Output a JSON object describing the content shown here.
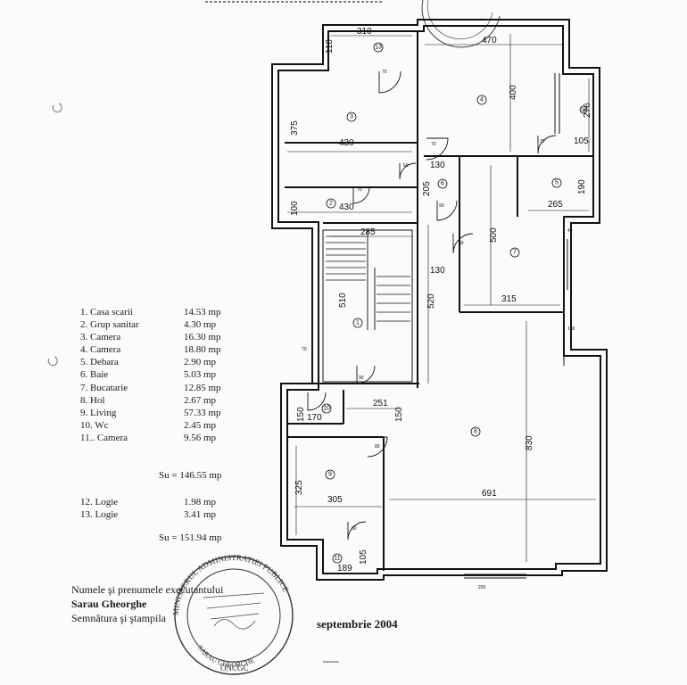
{
  "dimensions": {
    "d310": "310",
    "d110": "110",
    "d470": "470",
    "d400": "400",
    "d375": "375",
    "d430a": "430",
    "d276": "276",
    "d105a": "105",
    "d130a": "130",
    "d100": "100",
    "d430b": "430",
    "d205": "205",
    "d190": "190",
    "d265": "265",
    "d500": "500",
    "d285": "285",
    "d130b": "130",
    "d315": "315",
    "d510": "510",
    "d520": "520",
    "d150a": "150",
    "d170": "170",
    "d251": "251",
    "d150b": "150",
    "d830": "830",
    "d325": "325",
    "d305": "305",
    "d691": "691",
    "d189": "189",
    "d105b": "105"
  },
  "room_numbers": {
    "r1": "1",
    "r2": "2",
    "r3": "3",
    "r4": "4",
    "r5": "5",
    "r6": "6",
    "r7": "7",
    "r8": "8",
    "r9": "9",
    "r10": "10",
    "r11": "11",
    "r12": "12",
    "r13": "13"
  },
  "legend": [
    {
      "name": "1. Casa scarii",
      "value": "14.53 mp"
    },
    {
      "name": "2. Grup sanitar",
      "value": "4.30 mp"
    },
    {
      "name": "3. Camera",
      "value": "16.30 mp"
    },
    {
      "name": "4. Camera",
      "value": "18.80 mp"
    },
    {
      "name": "5. Debara",
      "value": "2.90 mp"
    },
    {
      "name": "6. Baie",
      "value": "5.03 mp"
    },
    {
      "name": "7. Bucatarie",
      "value": "12.85 mp"
    },
    {
      "name": "8. Hol",
      "value": "2.67 mp"
    },
    {
      "name": "9. Living",
      "value": "57.33 mp"
    },
    {
      "name": "10. Wc",
      "value": "2.45 mp"
    },
    {
      "name": "11.. Camera",
      "value": "9.56 mp"
    }
  ],
  "su_total_1": "Su = 146.55 mp",
  "legend_extra": [
    {
      "name": "12. Logie",
      "value": "1.98 mp"
    },
    {
      "name": "13. Logie",
      "value": "3.41 mp"
    }
  ],
  "su_total_2": "Su = 151.94 mp",
  "footer": {
    "line1": "Numele şi prenumele executantului",
    "line2": "Sarau Gheorghe",
    "line3": "Semnătura şi ştampila",
    "date": "septembrie 2004"
  },
  "stamp": {
    "ring_text": "MINISTERUL ADMINISTRATIEI PUBLICE",
    "center_text": "SARAU GHEORGHE",
    "bottom_text": "ONCGC"
  },
  "colors": {
    "ink": "#111111",
    "paper": "#fbfbf9"
  }
}
